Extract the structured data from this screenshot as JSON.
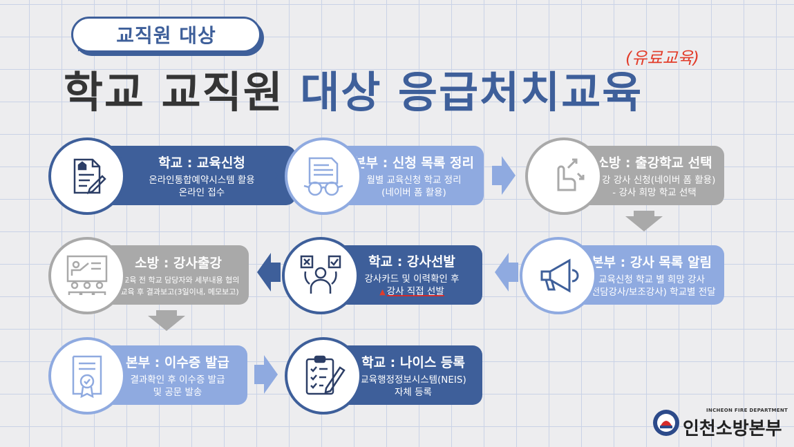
{
  "header": {
    "audience_badge": "교직원 대상",
    "title_part1": "학교 교직원",
    "title_part2": "대상 응급처치교육",
    "paid_note": "(유료교육)"
  },
  "steps": [
    {
      "head": "학교 : 교육신청",
      "lines": [
        "온라인통합예약시스템 활용",
        "온라인 접수"
      ],
      "icon": "application-form-icon"
    },
    {
      "head": "본부 : 신청 목록 정리",
      "lines": [
        "월별 교육신청 학교 정리",
        "(네이버 폼 활용)"
      ],
      "icon": "document-glasses-icon"
    },
    {
      "head": "소방 : 출강학교 선택",
      "lines": [
        "출강 강사 신청(네이버 폼 활용)",
        "- 강사 희망 학교 선택"
      ],
      "icon": "hand-select-icon"
    },
    {
      "head": "본부 : 강사 목록 알림",
      "lines": [
        "교육신청 학교 별 희망 강사",
        "(전담강사/보조강사) 학교별 전달"
      ],
      "icon": "megaphone-icon"
    },
    {
      "head": "학교 : 강사선발",
      "lines": [
        "강사카드 및 이력확인 후",
        "강사 직접 선발"
      ],
      "icon": "person-choice-icon"
    },
    {
      "head": "소방 : 강사출강",
      "lines": [
        "- 교육 전 학교 담당자와 세부내용 협의",
        "-교육 후 결과보고(3일이내, 메모보고)"
      ],
      "icon": "classroom-icon"
    },
    {
      "head": "본부 : 이수증 발급",
      "lines": [
        "결과확인 후 이수증 발급",
        "및 공문 발송"
      ],
      "icon": "certificate-icon"
    },
    {
      "head": "학교 : 나이스 등록",
      "lines": [
        "교육행정정보시스템(NEIS)",
        "자체 등록"
      ],
      "icon": "checklist-pen-icon"
    }
  ],
  "logo": {
    "english": "INCHEON FIRE DEPARTMENT",
    "korean": "인천소방본부"
  },
  "colors": {
    "navy": "#3e5f9a",
    "light_blue": "#8faae0",
    "gray": "#a9a9a9",
    "accent_red": "#e23c2a",
    "title_dark": "#353535"
  }
}
